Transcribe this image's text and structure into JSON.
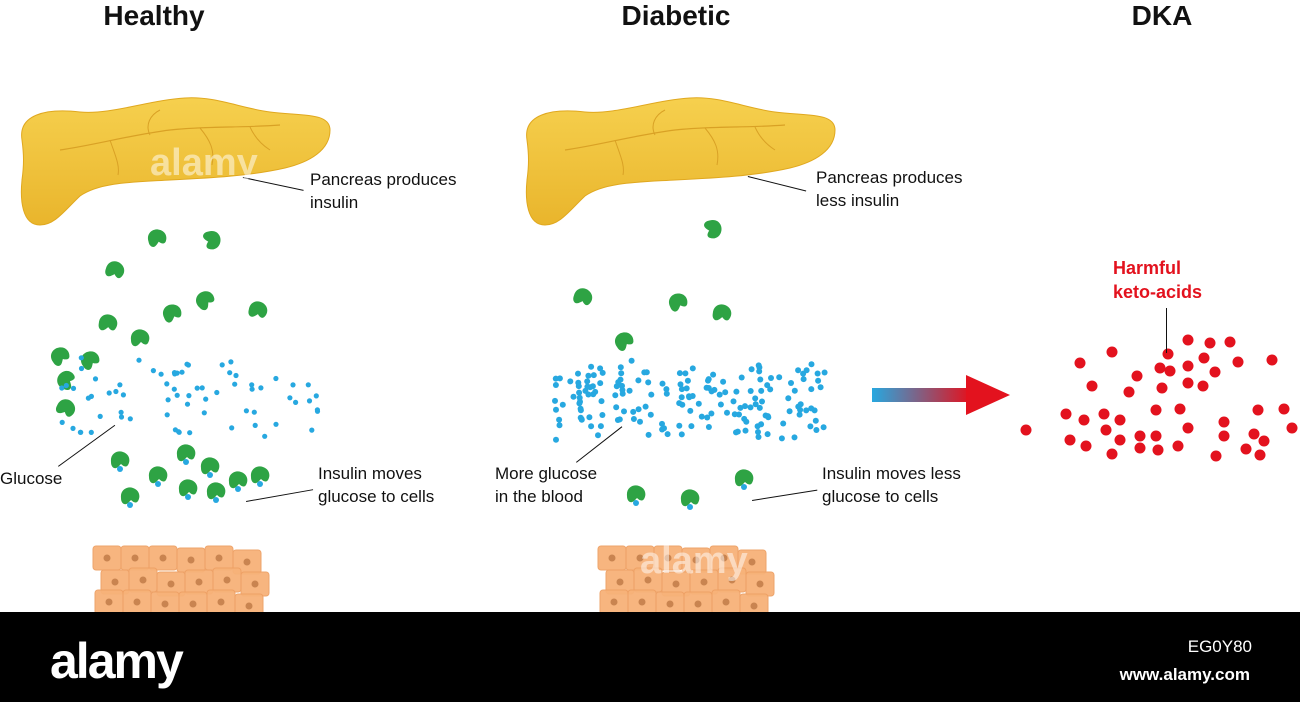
{
  "panels": {
    "healthy": {
      "title": "Healthy",
      "pancreas_label": [
        "Pancreas produces",
        "insulin"
      ],
      "glucose_label": "Glucose",
      "transport_label": [
        "Insulin moves",
        "glucose to cells"
      ]
    },
    "diabetic": {
      "title": "Diabetic",
      "pancreas_label": [
        "Pancreas produces",
        "less insulin"
      ],
      "glucose_label": [
        "More glucose",
        "in the blood"
      ],
      "transport_label": [
        "Insulin moves less",
        "glucose to cells"
      ]
    },
    "dka": {
      "title": "DKA",
      "acid_label": [
        "Harmful",
        "keto-acids"
      ]
    }
  },
  "colors": {
    "pancreas": "#f2c23a",
    "insulin": "#2ea344",
    "glucose": "#27a8e0",
    "keto_acid": "#e3121e",
    "cells": "#f7b279",
    "arrow_start": "#27a8e0",
    "arrow_end": "#e3121e"
  },
  "icons": [
    "pancreas-icon",
    "insulin-molecule-icon",
    "glucose-dot-icon",
    "body-cell-icon",
    "keto-acid-dot-icon",
    "progression-arrow-icon"
  ],
  "footer": {
    "logo": "alamy",
    "image_id": "EG0Y80",
    "url": "www.alamy.com",
    "watermark": "alamy"
  }
}
